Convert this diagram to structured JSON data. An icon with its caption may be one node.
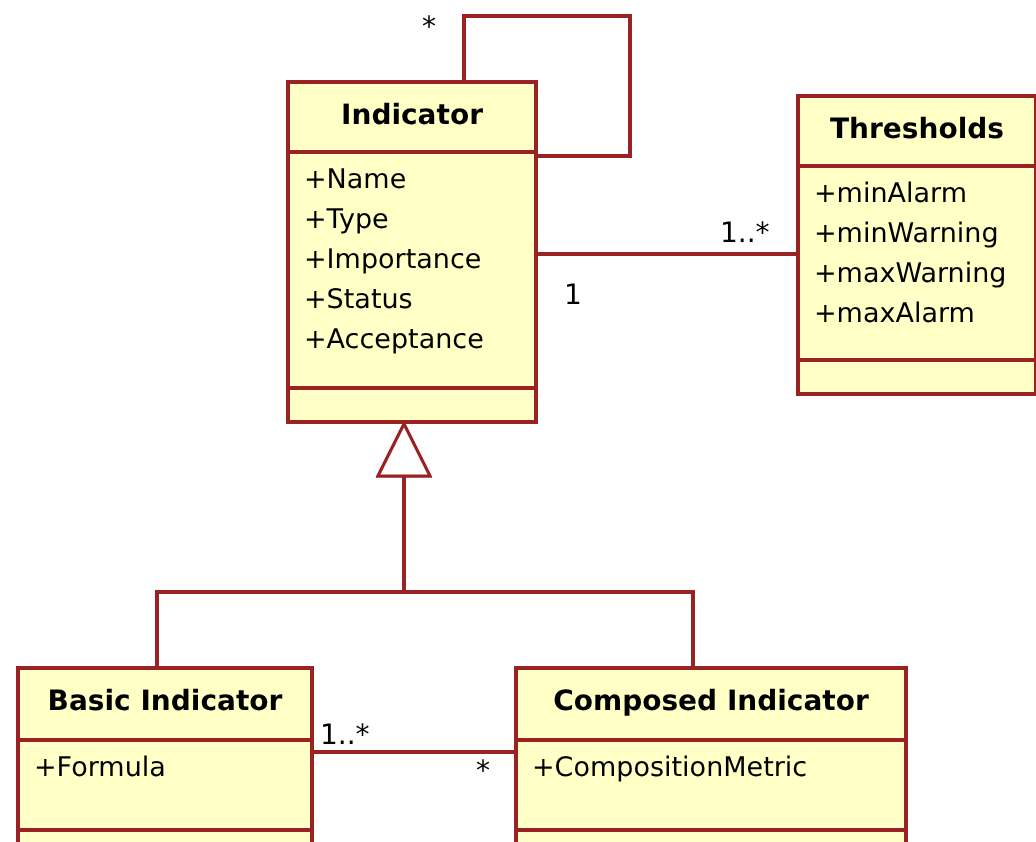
{
  "diagram": {
    "nodes": [
      {
        "text": [
          "Indicator",
          "+Name",
          "+Type",
          "+Importance",
          "+Status",
          "+Acceptance"
        ]
      },
      {
        "text": [
          "Thresholds",
          "+minAlarm",
          "+minWarning",
          "+maxWarning",
          "+maxAlarm"
        ]
      },
      {
        "text": [
          "Basic Indicator",
          "+Formula"
        ]
      },
      {
        "text": [
          "Composed Indicator",
          "+CompositionMetric"
        ]
      }
    ],
    "edges": [
      {
        "from": 0,
        "to": 0,
        "arrow": "none"
      },
      {
        "from": 0,
        "to": 1,
        "arrow": "none"
      },
      {
        "from": 2,
        "to": 0,
        "arrow": "to"
      },
      {
        "from": 3,
        "to": 0,
        "arrow": "to"
      },
      {
        "from": 2,
        "to": 3,
        "arrow": "none"
      }
    ],
    "labels": [
      "*",
      "1..*",
      "1",
      "1..*",
      "*"
    ]
  }
}
